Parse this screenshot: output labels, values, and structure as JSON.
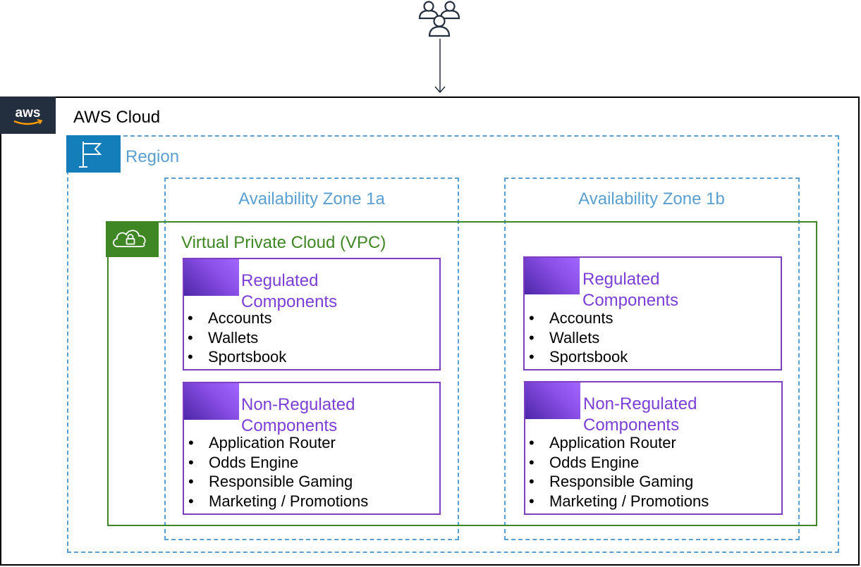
{
  "aws_cloud": {
    "label": "AWS Cloud",
    "logo_text": "aws"
  },
  "region": {
    "label": "Region"
  },
  "availability_zones": [
    {
      "label": "Availability Zone 1a"
    },
    {
      "label": "Availability Zone 1b"
    }
  ],
  "vpc": {
    "label": "Virtual Private Cloud (VPC)"
  },
  "zones": [
    {
      "regulated": {
        "title_line1": "Regulated",
        "title_line2": "Components",
        "items": [
          "Accounts",
          "Wallets",
          "Sportsbook"
        ]
      },
      "non_regulated": {
        "title_line1": "Non-Regulated",
        "title_line2": "Components",
        "items": [
          "Application Router",
          "Odds Engine",
          "Responsible Gaming",
          "Marketing / Promotions"
        ]
      }
    },
    {
      "regulated": {
        "title_line1": "Regulated",
        "title_line2": "Components",
        "items": [
          "Accounts",
          "Wallets",
          "Sportsbook"
        ]
      },
      "non_regulated": {
        "title_line1": "Non-Regulated",
        "title_line2": "Components",
        "items": [
          "Application Router",
          "Odds Engine",
          "Responsible Gaming",
          "Marketing / Promotions"
        ]
      }
    }
  ],
  "icons": {
    "users": "users-icon",
    "aws_logo": "aws-logo-icon",
    "region": "region-flag-icon",
    "vpc": "vpc-cloud-lock-icon",
    "component": "component-icon"
  },
  "colors": {
    "aws_dark": "#232f3e",
    "region_blue": "#147eba",
    "az_blue": "#5a9fd0",
    "vpc_green": "#3f8624",
    "component_purple": "#7d3ec0"
  }
}
